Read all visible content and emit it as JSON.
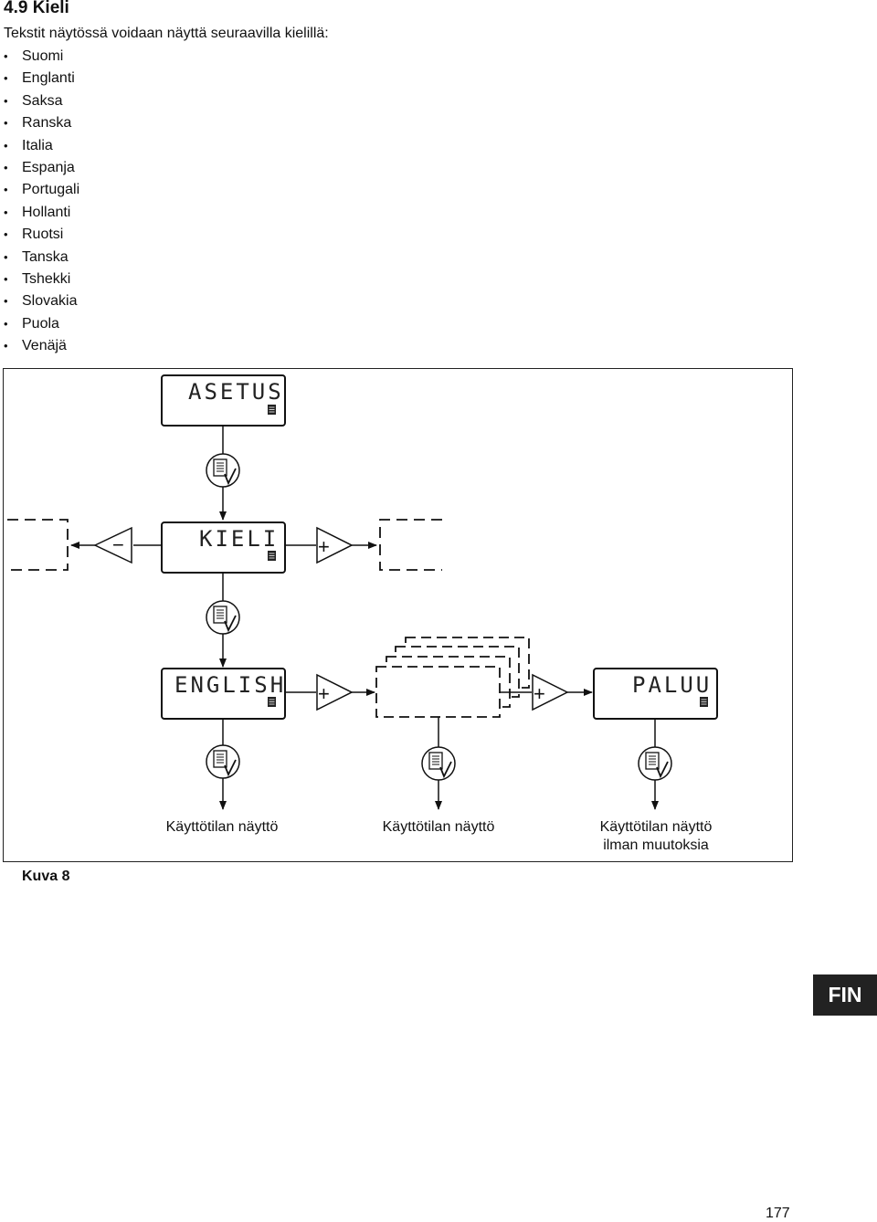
{
  "heading": "4.9 Kieli",
  "intro": "Tekstit näytössä voidaan näyttä seuraavilla kielillä:",
  "languages": [
    "Suomi",
    "Englanti",
    "Saksa",
    "Ranska",
    "Italia",
    "Espanja",
    "Portugali",
    "Hollanti",
    "Ruotsi",
    "Tanska",
    "Tshekki",
    "Slovakia",
    "Puola",
    "Venäjä"
  ],
  "diagram": {
    "screens": {
      "asetus": "ASETUS",
      "kieli": "KIELI",
      "english": "ENGLISH",
      "paluu": "PALUU"
    },
    "minus_symbol": "−",
    "plus_symbol": "+",
    "captions": {
      "left": "Käyttötilan näyttö",
      "middle": "Käyttötilan näyttö",
      "right_line1": "Käyttötilan näyttö",
      "right_line2": "ilman muutoksia"
    }
  },
  "figure_label": "Kuva 8",
  "lang_tab": "FIN",
  "page_number": "177"
}
